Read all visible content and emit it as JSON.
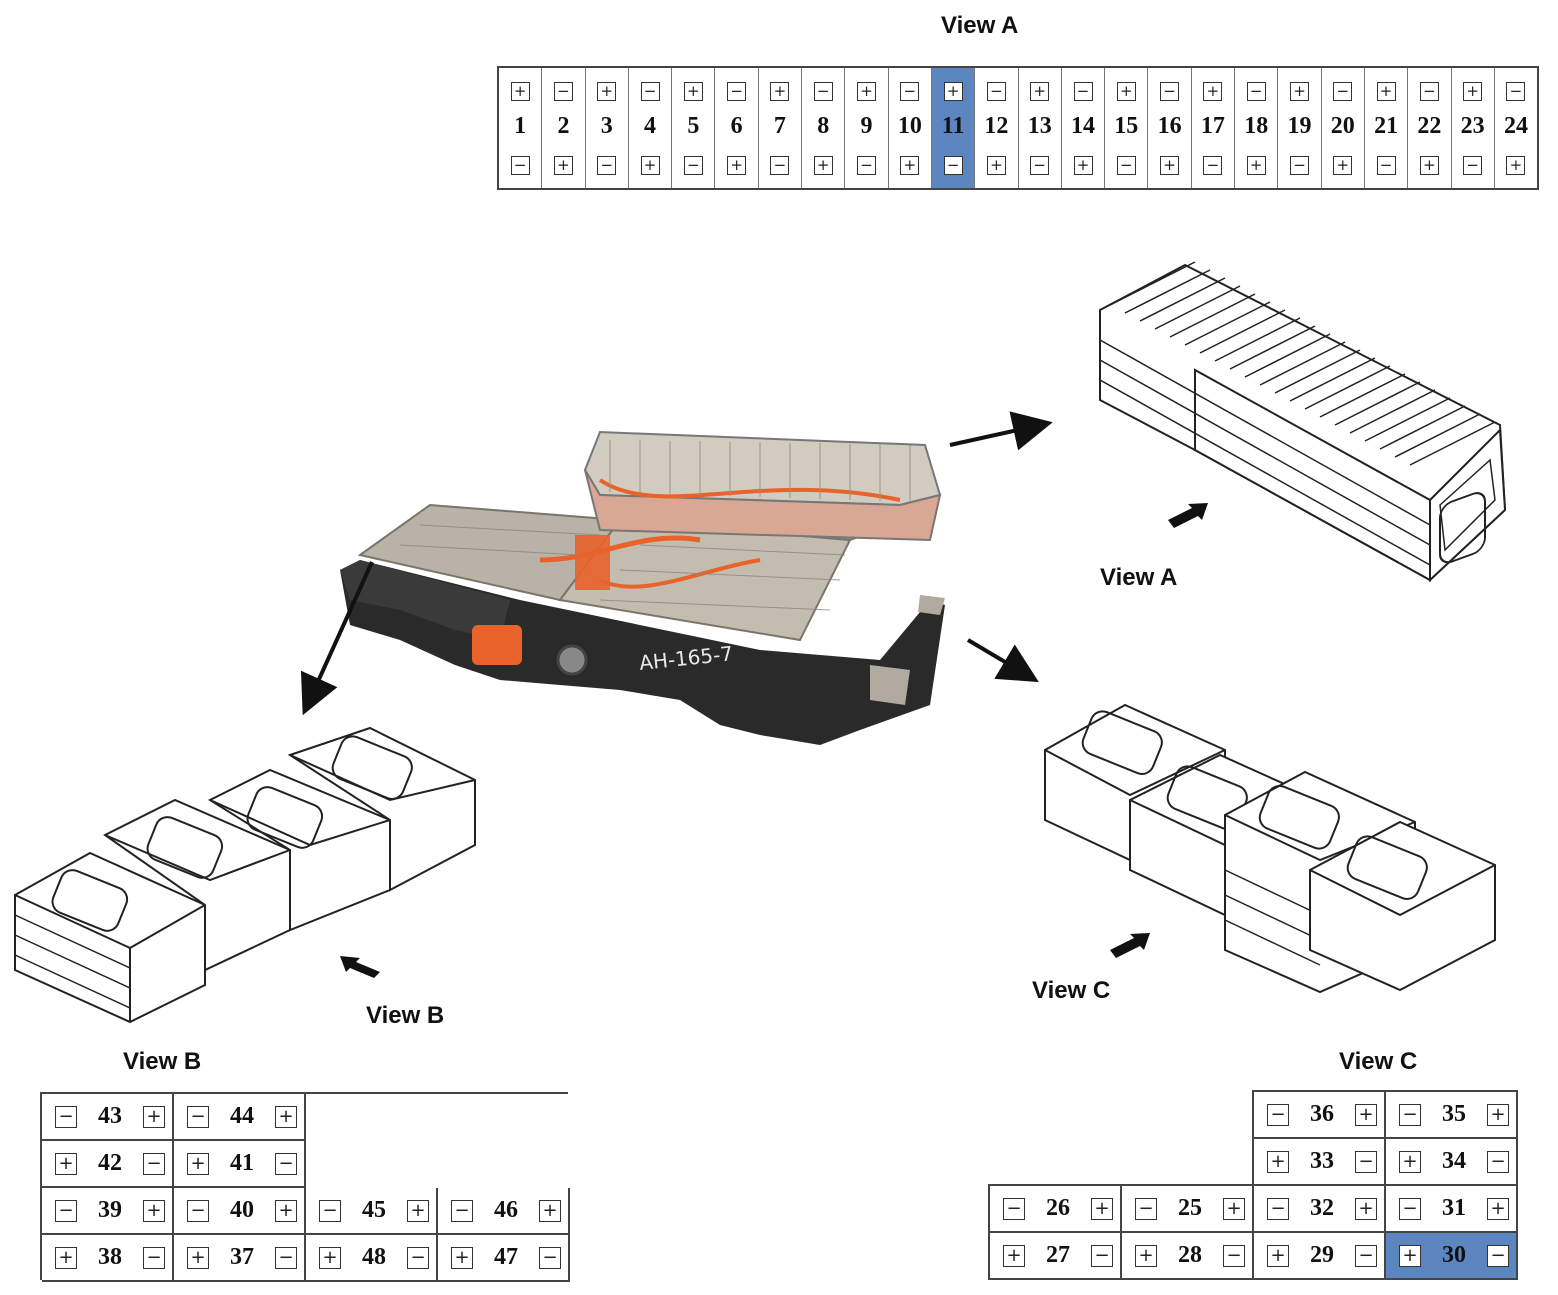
{
  "view_a": {
    "title": "View A",
    "highlight": "11",
    "cells": [
      {
        "num": "1",
        "top": "+",
        "bottom": "−"
      },
      {
        "num": "2",
        "top": "−",
        "bottom": "+"
      },
      {
        "num": "3",
        "top": "+",
        "bottom": "−"
      },
      {
        "num": "4",
        "top": "−",
        "bottom": "+"
      },
      {
        "num": "5",
        "top": "+",
        "bottom": "−"
      },
      {
        "num": "6",
        "top": "−",
        "bottom": "+"
      },
      {
        "num": "7",
        "top": "+",
        "bottom": "−"
      },
      {
        "num": "8",
        "top": "−",
        "bottom": "+"
      },
      {
        "num": "9",
        "top": "+",
        "bottom": "−"
      },
      {
        "num": "10",
        "top": "−",
        "bottom": "+"
      },
      {
        "num": "11",
        "top": "+",
        "bottom": "−"
      },
      {
        "num": "12",
        "top": "−",
        "bottom": "+"
      },
      {
        "num": "13",
        "top": "+",
        "bottom": "−"
      },
      {
        "num": "14",
        "top": "−",
        "bottom": "+"
      },
      {
        "num": "15",
        "top": "+",
        "bottom": "−"
      },
      {
        "num": "16",
        "top": "−",
        "bottom": "+"
      },
      {
        "num": "17",
        "top": "+",
        "bottom": "−"
      },
      {
        "num": "18",
        "top": "−",
        "bottom": "+"
      },
      {
        "num": "19",
        "top": "+",
        "bottom": "−"
      },
      {
        "num": "20",
        "top": "−",
        "bottom": "+"
      },
      {
        "num": "21",
        "top": "+",
        "bottom": "−"
      },
      {
        "num": "22",
        "top": "−",
        "bottom": "+"
      },
      {
        "num": "23",
        "top": "+",
        "bottom": "−"
      },
      {
        "num": "24",
        "top": "−",
        "bottom": "+"
      }
    ]
  },
  "view_b": {
    "title": "View B",
    "rows": [
      [
        {
          "num": "43",
          "left": "−",
          "right": "+"
        },
        {
          "num": "44",
          "left": "−",
          "right": "+"
        }
      ],
      [
        {
          "num": "42",
          "left": "+",
          "right": "−"
        },
        {
          "num": "41",
          "left": "+",
          "right": "−"
        }
      ],
      [
        {
          "num": "39",
          "left": "−",
          "right": "+"
        },
        {
          "num": "40",
          "left": "−",
          "right": "+"
        },
        {
          "num": "45",
          "left": "−",
          "right": "+"
        },
        {
          "num": "46",
          "left": "−",
          "right": "+"
        }
      ],
      [
        {
          "num": "38",
          "left": "+",
          "right": "−"
        },
        {
          "num": "37",
          "left": "+",
          "right": "−"
        },
        {
          "num": "48",
          "left": "+",
          "right": "−"
        },
        {
          "num": "47",
          "left": "+",
          "right": "−"
        }
      ]
    ]
  },
  "view_c": {
    "title": "View C",
    "highlight": "30",
    "rows": [
      [
        {
          "num": "36",
          "left": "−",
          "right": "+"
        },
        {
          "num": "35",
          "left": "−",
          "right": "+"
        }
      ],
      [
        {
          "num": "33",
          "left": "+",
          "right": "−"
        },
        {
          "num": "34",
          "left": "+",
          "right": "−"
        }
      ],
      [
        {
          "num": "26",
          "left": "−",
          "right": "+"
        },
        {
          "num": "25",
          "left": "−",
          "right": "+"
        },
        {
          "num": "32",
          "left": "−",
          "right": "+"
        },
        {
          "num": "31",
          "left": "−",
          "right": "+"
        }
      ],
      [
        {
          "num": "27",
          "left": "+",
          "right": "−"
        },
        {
          "num": "28",
          "left": "+",
          "right": "−"
        },
        {
          "num": "29",
          "left": "+",
          "right": "−"
        },
        {
          "num": "30",
          "left": "+",
          "right": "−"
        }
      ]
    ]
  },
  "labels": {
    "view_a_arrow": "View A",
    "view_b_arrow": "View B",
    "view_c_arrow": "View C",
    "pack_marking": "AH-165-7"
  },
  "colors": {
    "highlight": "#5b86c0",
    "pack_orange": "#e8622a",
    "pack_dark": "#2a2a2a"
  }
}
